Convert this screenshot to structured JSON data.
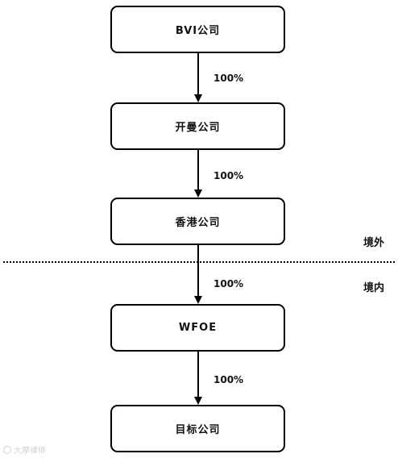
{
  "diagram": {
    "nodes": [
      {
        "label": "BVI公司"
      },
      {
        "label": "开曼公司"
      },
      {
        "label": "香港公司"
      },
      {
        "label": "WFOE"
      },
      {
        "label": "目标公司"
      }
    ],
    "edges": [
      {
        "from": 0,
        "to": 1,
        "label": "100%"
      },
      {
        "from": 1,
        "to": 2,
        "label": "100%"
      },
      {
        "from": 2,
        "to": 3,
        "label": "100%"
      },
      {
        "from": 3,
        "to": 4,
        "label": "100%"
      }
    ],
    "regions": {
      "outside": "境外",
      "inside": "境内"
    }
  },
  "watermark": {
    "text": "大摩律师",
    "icon": "weibo-logo-icon"
  }
}
